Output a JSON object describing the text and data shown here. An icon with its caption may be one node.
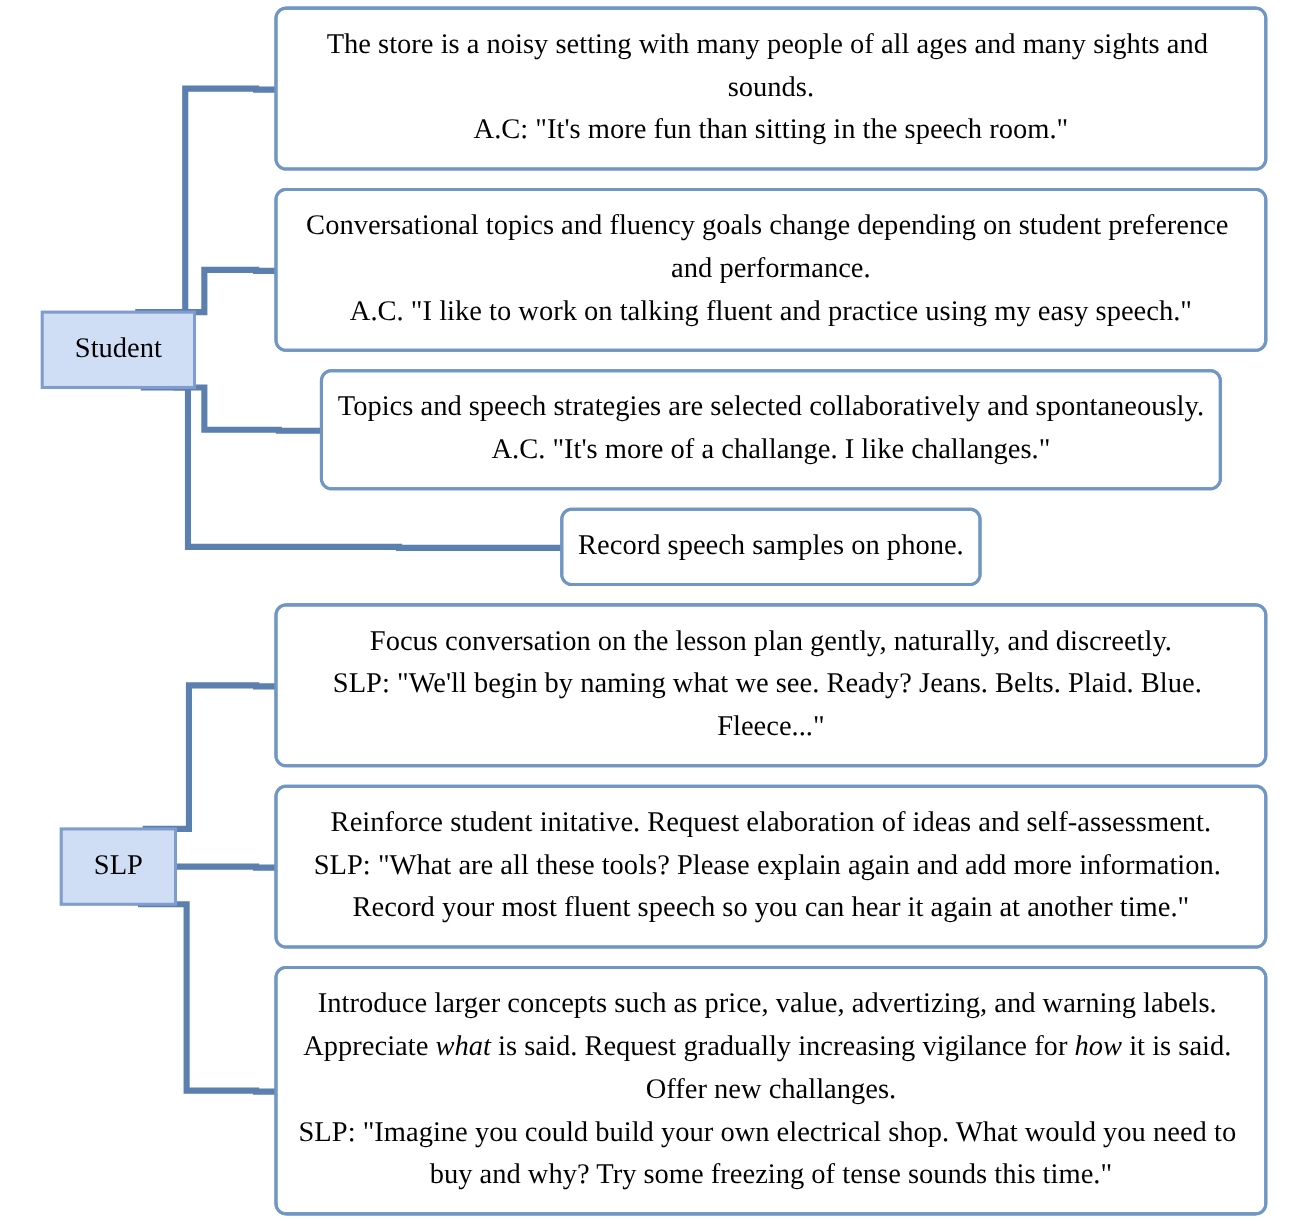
{
  "diagram": {
    "nodes": [
      {
        "text": [
          "Student"
        ]
      },
      {
        "text": [
          "The store is a noisy setting with many people of all ages and many sights and sounds.",
          "A.C: \"It's more fun than sitting in the speech room.\""
        ]
      },
      {
        "text": [
          "Conversational topics and fluency goals change depending on student preference and performance.",
          "A.C. \"I like to work on talking fluent and practice using my easy speech.\""
        ]
      },
      {
        "text": [
          "Topics and speech strategies are selected collaboratively and spontaneously.",
          "A.C. \"It's more of a challange. I like challanges.\""
        ]
      },
      {
        "text": [
          "Record speech samples on phone."
        ]
      },
      {
        "text": [
          "SLP"
        ]
      },
      {
        "text": [
          "Focus conversation on the lesson plan gently, naturally, and discreetly.",
          "SLP: \"We'll begin by naming what we see. Ready? Jeans. Belts. Plaid. Blue. Fleece...\""
        ]
      },
      {
        "text": [
          "Reinforce student initative. Request elaboration of ideas and self-assessment.",
          "SLP: \"What are all these tools? Please explain again and add more information. Record your most fluent speech so you can hear it again at another time.\""
        ]
      },
      {
        "text": [
          "Introduce larger concepts such as price, value, advertizing, and warning labels. Appreciate *what* is said. Request gradually increasing vigilance for *how* it is said. Offer new challanges.",
          "SLP: \"Imagine you could build your own electrical shop. What would you need to buy and why? Try some freezing of tense sounds this time.\""
        ]
      }
    ],
    "edges": [
      {
        "from": 0,
        "to": 1,
        "arrow": "none"
      },
      {
        "from": 0,
        "to": 2,
        "arrow": "none"
      },
      {
        "from": 0,
        "to": 3,
        "arrow": "none"
      },
      {
        "from": 0,
        "to": 4,
        "arrow": "none"
      },
      {
        "from": 5,
        "to": 6,
        "arrow": "none"
      },
      {
        "from": 5,
        "to": 7,
        "arrow": "none"
      },
      {
        "from": 5,
        "to": 8,
        "arrow": "none"
      }
    ]
  }
}
